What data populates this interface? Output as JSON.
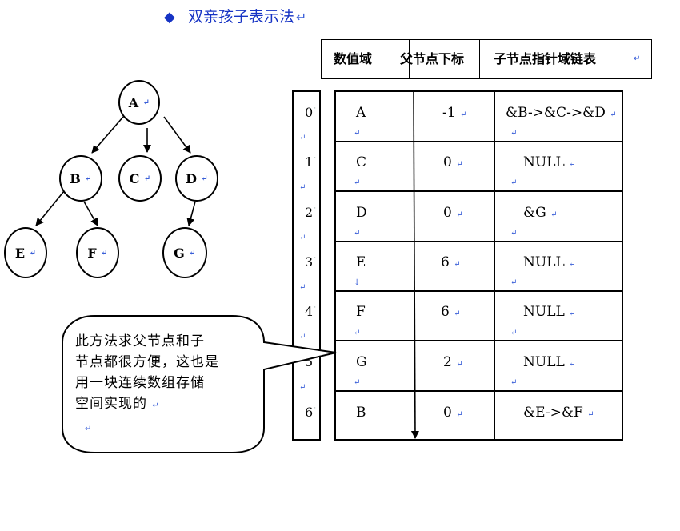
{
  "title": "双亲孩子表示法",
  "header": {
    "col_value": "数值域",
    "col_parent": "父节点下标",
    "col_children": "子节点指针域链表"
  },
  "indices": [
    "0",
    "1",
    "2",
    "3",
    "4",
    "5",
    "6"
  ],
  "rows": [
    {
      "value": "A",
      "parent": "-1",
      "children": "&B->&C->&D"
    },
    {
      "value": "C",
      "parent": "0",
      "children": "NULL"
    },
    {
      "value": "D",
      "parent": "0",
      "children": "&G"
    },
    {
      "value": "E",
      "parent": "6",
      "children": "NULL"
    },
    {
      "value": "F",
      "parent": "6",
      "children": "NULL"
    },
    {
      "value": "G",
      "parent": "2",
      "children": "NULL"
    },
    {
      "value": "B",
      "parent": "0",
      "children": "&E->&F"
    }
  ],
  "tree": {
    "A": "A",
    "B": "B",
    "C": "C",
    "D": "D",
    "E": "E",
    "F": "F",
    "G": "G"
  },
  "callout_lines": [
    "此方法求父节点和子",
    "节点都很方便，这也是",
    "用一块连续数组存储",
    "空间实现的"
  ],
  "colors": {
    "title": "#1633c4",
    "paragraph_mark": "#3a5fd8"
  }
}
